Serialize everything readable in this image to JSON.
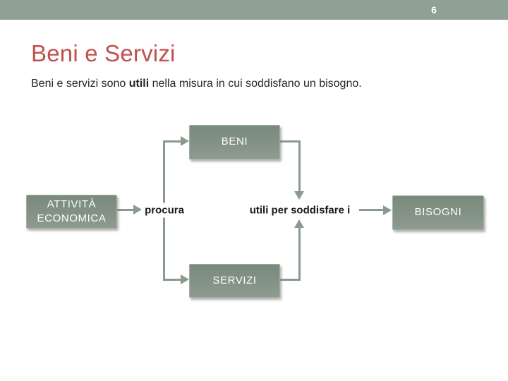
{
  "slide": {
    "page_number": "6",
    "title": "Beni e Servizi",
    "subtitle": {
      "prefix": "Beni e servizi sono ",
      "bold": "utili",
      "suffix": " nella misura in cui soddisfano un bisogno."
    }
  },
  "diagram": {
    "nodes": {
      "beni": "BENI",
      "attivita": "ATTIVITÀ ECONOMICA",
      "bisogni": "BISOGNI",
      "servizi": "SERVIZI"
    },
    "edge_labels": {
      "procura": "procura",
      "utili": "utili per soddisfare i"
    }
  },
  "colors": {
    "header_bar": "#90A094",
    "title": "#C0504D",
    "node_fill": "#7E8E80",
    "node_border": "#A3B0A4",
    "connector": "#8B9A8E",
    "body_text": "#262626",
    "box_text": "#FFFFFF"
  }
}
